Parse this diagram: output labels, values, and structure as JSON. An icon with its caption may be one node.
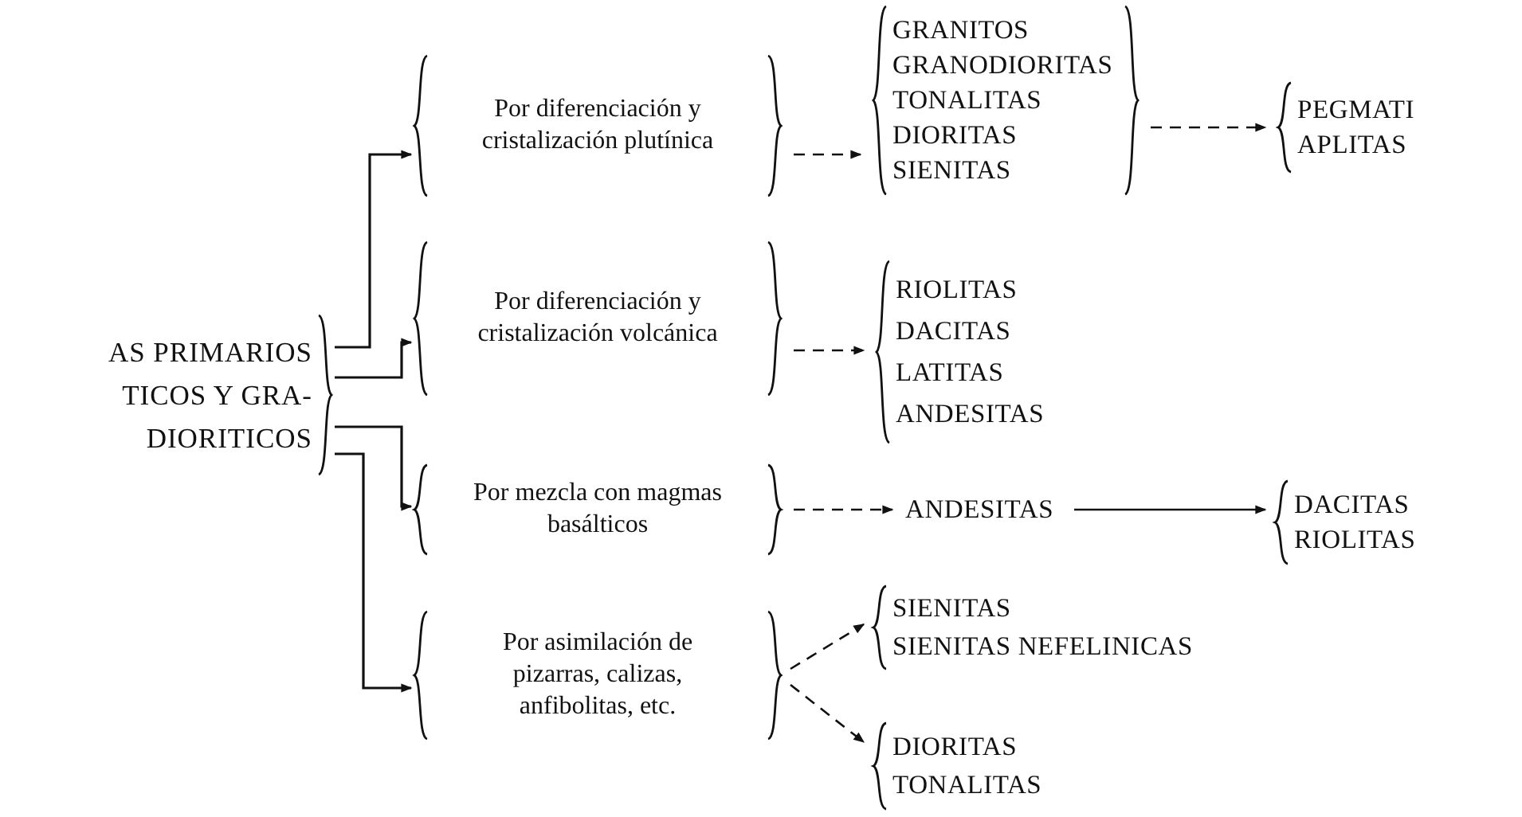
{
  "diagram": {
    "nodes": [
      {
        "text": [
          "AS PRIMARIOS TICOS Y GRA- DIORITICOS"
        ]
      },
      {
        "text": [
          "Por diferenciación y cristalización plutínica"
        ]
      },
      {
        "text": [
          "GRANITOS",
          "GRANODIORITAS",
          "TONALITAS",
          "DIORITAS",
          "SIENITAS"
        ]
      },
      {
        "text": [
          "PEGMATI",
          "APLITAS"
        ]
      },
      {
        "text": [
          "Por diferenciación y cristalización volcánica"
        ]
      },
      {
        "text": [
          "RIOLITAS",
          "DACITAS",
          "LATITAS",
          "ANDESITAS"
        ]
      },
      {
        "text": [
          "Por mezcla con magmas basálticos"
        ]
      },
      {
        "text": [
          "ANDESITAS"
        ]
      },
      {
        "text": [
          "DACITAS",
          "RIOLITAS"
        ]
      },
      {
        "text": [
          "Por asimilación de pizarras, calizas, anfibolitas, etc."
        ]
      },
      {
        "text": [
          "SIENITAS",
          "SIENITAS NEFELINICAS"
        ]
      },
      {
        "text": [
          "DIORITAS",
          "TONALITAS"
        ]
      }
    ],
    "edges": [
      {
        "from": 0,
        "to": 1,
        "arrow": "to"
      },
      {
        "from": 0,
        "to": 4,
        "arrow": "to"
      },
      {
        "from": 0,
        "to": 6,
        "arrow": "to"
      },
      {
        "from": 0,
        "to": 9,
        "arrow": "to"
      },
      {
        "from": 1,
        "to": 2,
        "arrow": "to",
        "style": "dashed"
      },
      {
        "from": 2,
        "to": 3,
        "arrow": "to",
        "style": "dashed"
      },
      {
        "from": 4,
        "to": 5,
        "arrow": "to",
        "style": "dashed"
      },
      {
        "from": 6,
        "to": 7,
        "arrow": "to",
        "style": "dashed"
      },
      {
        "from": 7,
        "to": 8,
        "arrow": "to"
      },
      {
        "from": 9,
        "to": 10,
        "arrow": "to",
        "style": "dashed"
      },
      {
        "from": 9,
        "to": 11,
        "arrow": "to",
        "style": "dashed"
      }
    ]
  }
}
